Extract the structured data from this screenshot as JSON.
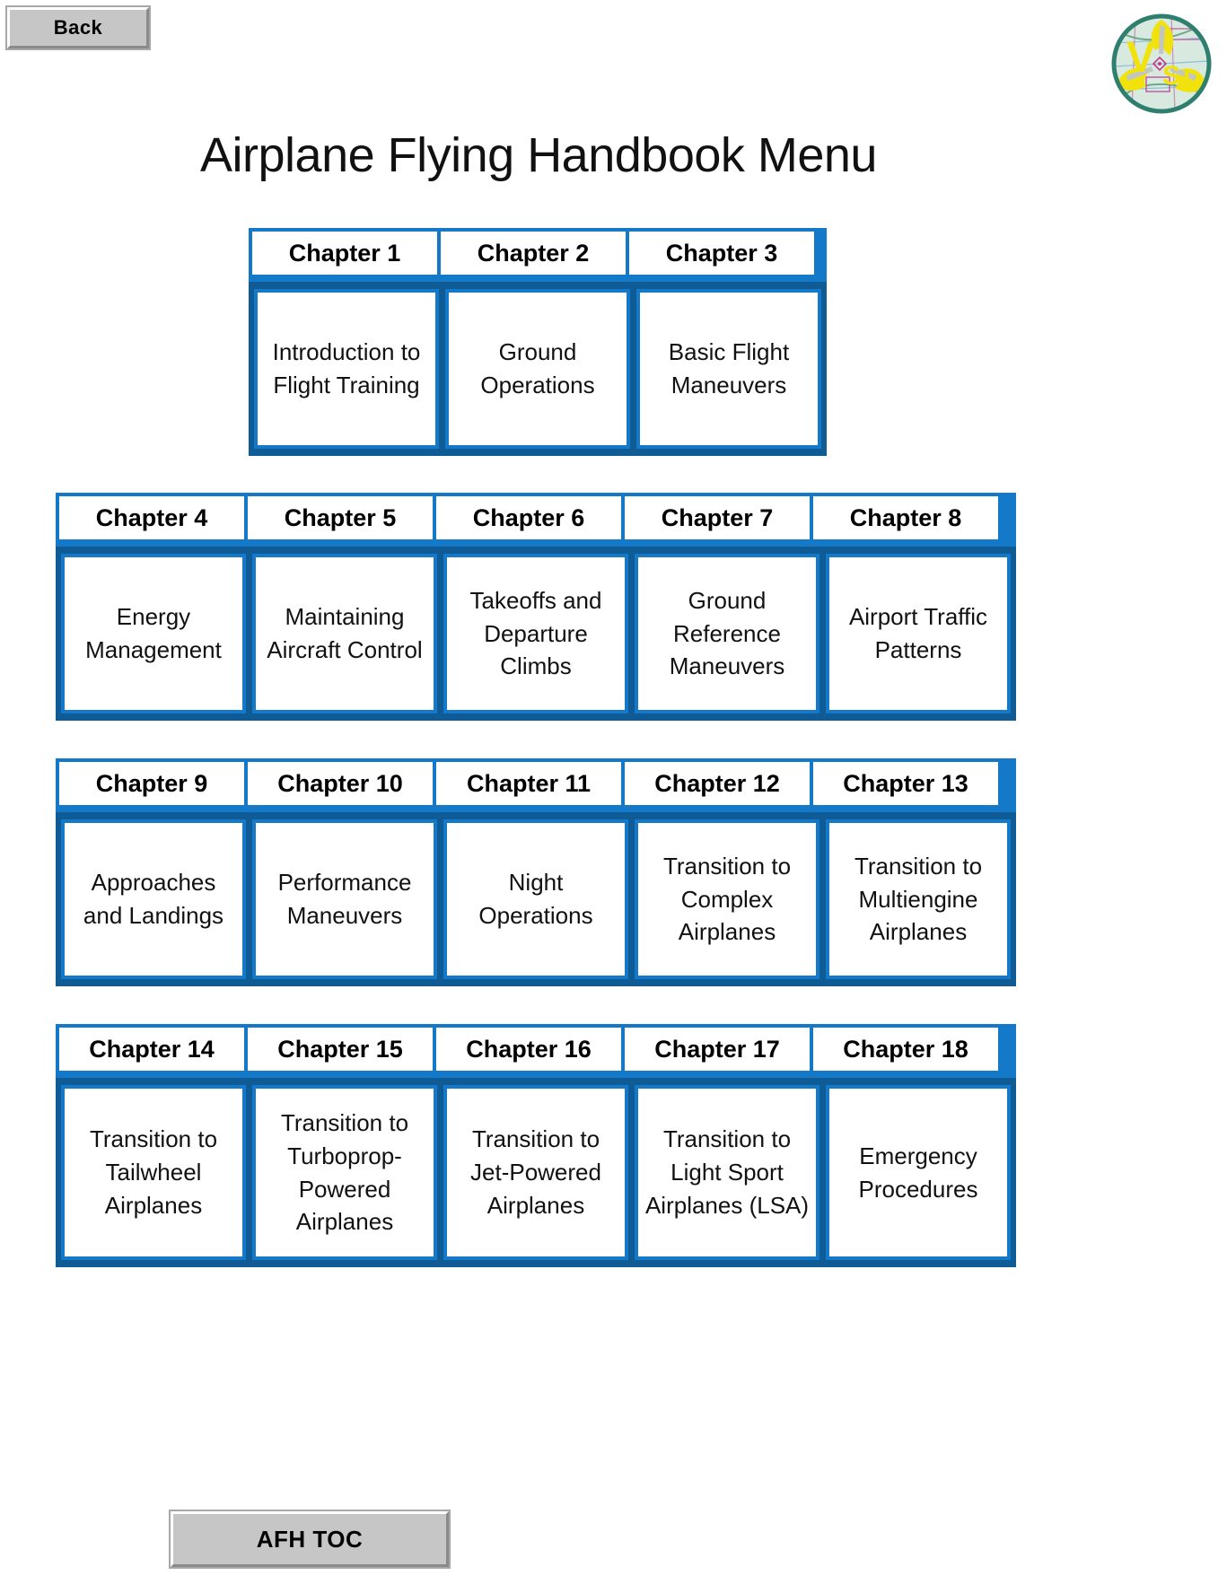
{
  "nav": {
    "back_label": "Back",
    "toc_label": "AFH TOC"
  },
  "logo": {
    "name": "vsl-logo",
    "letters": "VSL",
    "colors": {
      "ring": "#2F7F6F",
      "letters": "#F2E20C",
      "chart": "#CFE3DA"
    }
  },
  "header": {
    "title": "Airplane Flying Handbook Menu"
  },
  "theme": {
    "border_blue": "#1479C8",
    "frame_blue": "#0F5B96",
    "button_face": "#c6c6c6",
    "text": "#111111"
  },
  "chapter_groups": [
    {
      "id": "group-1",
      "chapters": [
        {
          "number": "Chapter 1",
          "title": "Introduction to Flight Training"
        },
        {
          "number": "Chapter 2",
          "title": "Ground Operations"
        },
        {
          "number": "Chapter 3",
          "title": "Basic Flight Maneuvers"
        }
      ]
    },
    {
      "id": "group-2",
      "chapters": [
        {
          "number": "Chapter 4",
          "title": "Energy Management"
        },
        {
          "number": "Chapter 5",
          "title": "Maintaining Aircraft Control"
        },
        {
          "number": "Chapter 6",
          "title": "Takeoffs and Departure Climbs"
        },
        {
          "number": "Chapter 7",
          "title": "Ground Reference Maneuvers"
        },
        {
          "number": "Chapter 8",
          "title": "Airport Traffic Patterns"
        }
      ]
    },
    {
      "id": "group-3",
      "chapters": [
        {
          "number": "Chapter 9",
          "title": "Approaches and Landings"
        },
        {
          "number": "Chapter 10",
          "title": "Performance Maneuvers"
        },
        {
          "number": "Chapter 11",
          "title": "Night Operations"
        },
        {
          "number": "Chapter 12",
          "title": "Transition to Complex Airplanes"
        },
        {
          "number": "Chapter 13",
          "title": "Transition to Multiengine Airplanes"
        }
      ]
    },
    {
      "id": "group-4",
      "chapters": [
        {
          "number": "Chapter 14",
          "title": "Transition to Tailwheel Airplanes"
        },
        {
          "number": "Chapter 15",
          "title": "Transition to Turboprop-Powered Airplanes"
        },
        {
          "number": "Chapter 16",
          "title": "Transition to Jet-Powered Airplanes"
        },
        {
          "number": "Chapter 17",
          "title": "Transition to Light Sport Airplanes (LSA)"
        },
        {
          "number": "Chapter 18",
          "title": "Emergency Procedures"
        }
      ]
    }
  ]
}
